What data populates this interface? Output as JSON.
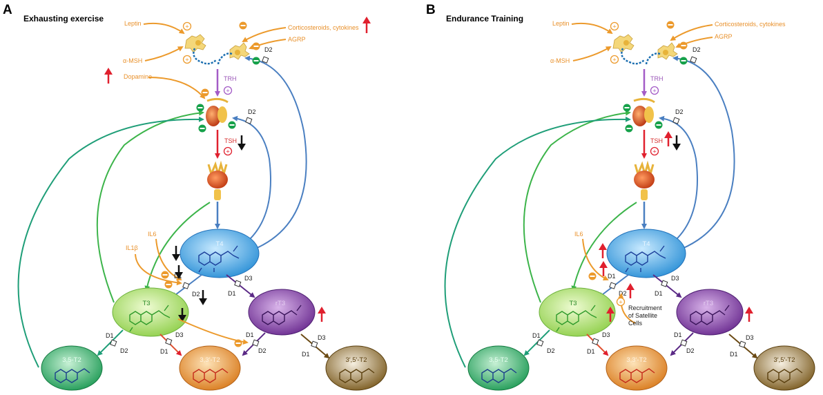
{
  "colors": {
    "orange": "#ec9a2c",
    "red": "#e0202e",
    "green": "#3cb44a",
    "teal": "#1f9e78",
    "blue": "#4a7fc1",
    "purple": "#a35bc6",
    "dark_purple": "#5b2a86",
    "black": "#111111",
    "brown": "#6b4a14"
  },
  "icons": [
    "neuron-icon",
    "pituitary-icon",
    "thyroid-gland-icon",
    "molecule-icon",
    "plus-circle-icon",
    "minus-circle-icon",
    "up-arrow-icon",
    "down-arrow-icon",
    "deiodinase-square-icon"
  ],
  "panels": [
    {
      "letter": "A",
      "title": "Exhausting exercise",
      "hypothalamus": {
        "leptin": "Leptin",
        "amsh": "α-MSH",
        "cortico": "Corticosteroids, cytokines",
        "agrp": "AGRP",
        "dopamine": "Dopamine",
        "trh": "TRH",
        "d2_top": "D2",
        "plus": "+",
        "minus": "−"
      },
      "pituitary": {
        "d2": "D2",
        "tsh": "TSH"
      },
      "cytokines": {
        "il6": "IL6",
        "il1b": "IL1β"
      },
      "deiodinases": {
        "d1": "D1",
        "d2": "D2",
        "d3": "D3"
      },
      "hormones": {
        "t4": "T4",
        "t3": "T3",
        "rt3": "rT3",
        "t2_35": "3,5-T2",
        "t2_33": "3,3′-T2",
        "t2_35p": "3′,5′-T2"
      }
    },
    {
      "letter": "B",
      "title": "Endurance Training",
      "hypothalamus": {
        "leptin": "Leptin",
        "amsh": "α-MSH",
        "cortico": "Corticosteroids, cytokines",
        "agrp": "AGRP",
        "trh": "TRH",
        "d2_top": "D2",
        "plus": "+",
        "minus": "−"
      },
      "pituitary": {
        "d2": "D2",
        "tsh": "TSH"
      },
      "cytokines": {
        "il6": "IL6"
      },
      "satellite": {
        "line1": "Recruitment",
        "line2": "of Satellite",
        "line3": "Cells"
      },
      "deiodinases": {
        "d1": "D1",
        "d2": "D2",
        "d3": "D3"
      },
      "hormones": {
        "t4": "T4",
        "t3": "T3",
        "rt3": "rT3",
        "t2_35": "3,5-T2",
        "t2_33": "3,3′-T2",
        "t2_35p": "3′,5′-T2"
      }
    }
  ]
}
